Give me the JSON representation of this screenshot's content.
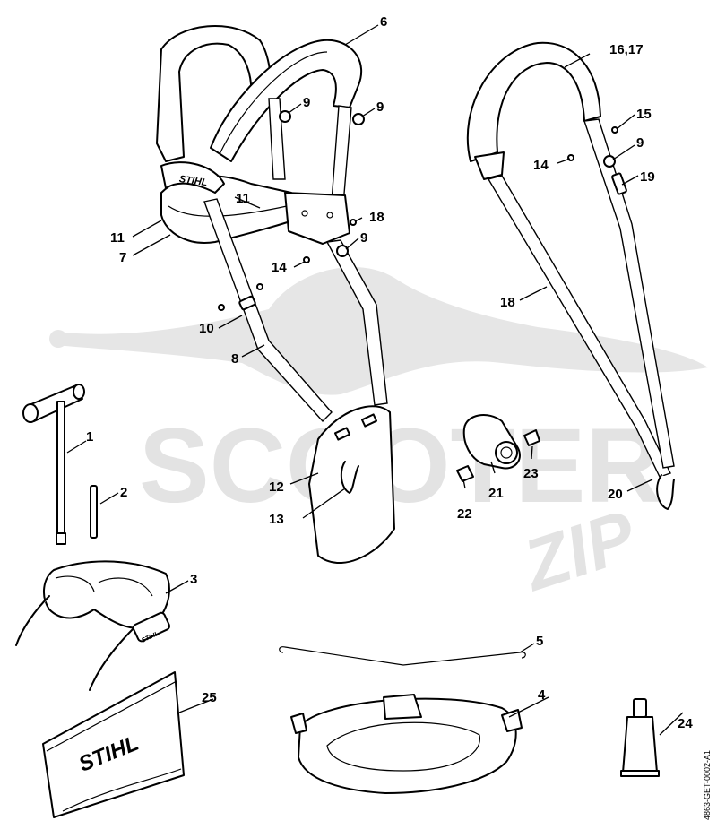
{
  "watermark": {
    "brand": "SCOOTER",
    "suffix": "ZIP"
  },
  "brand_marks": {
    "harness_logo": "STIHL",
    "pouch_logo": "STIHL",
    "glasses_logo": "STIHL"
  },
  "drawing_ref": "4863-GET-0002-A1",
  "labels": {
    "l1": "1",
    "l2": "2",
    "l3": "3",
    "l4": "4",
    "l5": "5",
    "l6": "6",
    "l7": "7",
    "l8": "8",
    "l9a": "9",
    "l9b": "9",
    "l9c": "9",
    "l9d": "9",
    "l10": "10",
    "l11a": "11",
    "l11b": "11",
    "l12": "12",
    "l13": "13",
    "l14a": "14",
    "l14b": "14",
    "l15": "15",
    "l1617": "16,17",
    "l18a": "18",
    "l18b": "18",
    "l19": "19",
    "l20": "20",
    "l21": "21",
    "l22": "22",
    "l23": "23",
    "l24": "24",
    "l25": "25"
  }
}
